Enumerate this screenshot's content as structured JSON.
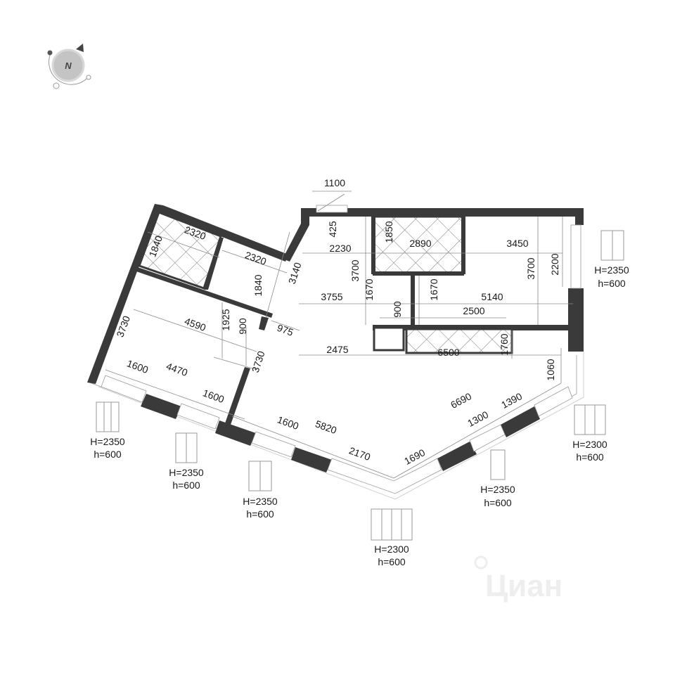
{
  "compass": {
    "label": "N"
  },
  "dimensions": {
    "d1100": "1100",
    "d425": "425",
    "d2320a": "2320",
    "d1840a": "1840",
    "d2320b": "2320",
    "d1840b": "1840",
    "d3140": "3140",
    "d2230": "2230",
    "d3700a": "3700",
    "d1850": "1850",
    "d2890": "2890",
    "d3450": "3450",
    "d3700b": "3700",
    "d2200": "2200",
    "d3755": "3755",
    "d1670a": "1670",
    "d1670b": "1670",
    "d5140": "5140",
    "d900a": "900",
    "d2500": "2500",
    "d3730a": "3730",
    "d4590": "4590",
    "d1925": "1925",
    "d900b": "900",
    "d975": "975",
    "d2475": "2475",
    "d6500": "6500",
    "d1760": "1760",
    "d1060": "1060",
    "d1600a": "1600",
    "d4470": "4470",
    "d1600b": "1600",
    "d3730b": "3730",
    "d6690": "6690",
    "d1390": "1390",
    "d1300": "1300",
    "d1600c": "1600",
    "d5820": "5820",
    "d2170": "2170",
    "d1690": "1690"
  },
  "windows": [
    {
      "H": "H=2350",
      "h": "h=600"
    },
    {
      "H": "H=2350",
      "h": "h=600"
    },
    {
      "H": "H=2350",
      "h": "h=600"
    },
    {
      "H": "H=2350",
      "h": "h=600"
    },
    {
      "H": "H=2300",
      "h": "h=600"
    },
    {
      "H": "H=2350",
      "h": "h=600"
    },
    {
      "H": "H=2300",
      "h": "h=600"
    }
  ],
  "watermark": "Циан"
}
